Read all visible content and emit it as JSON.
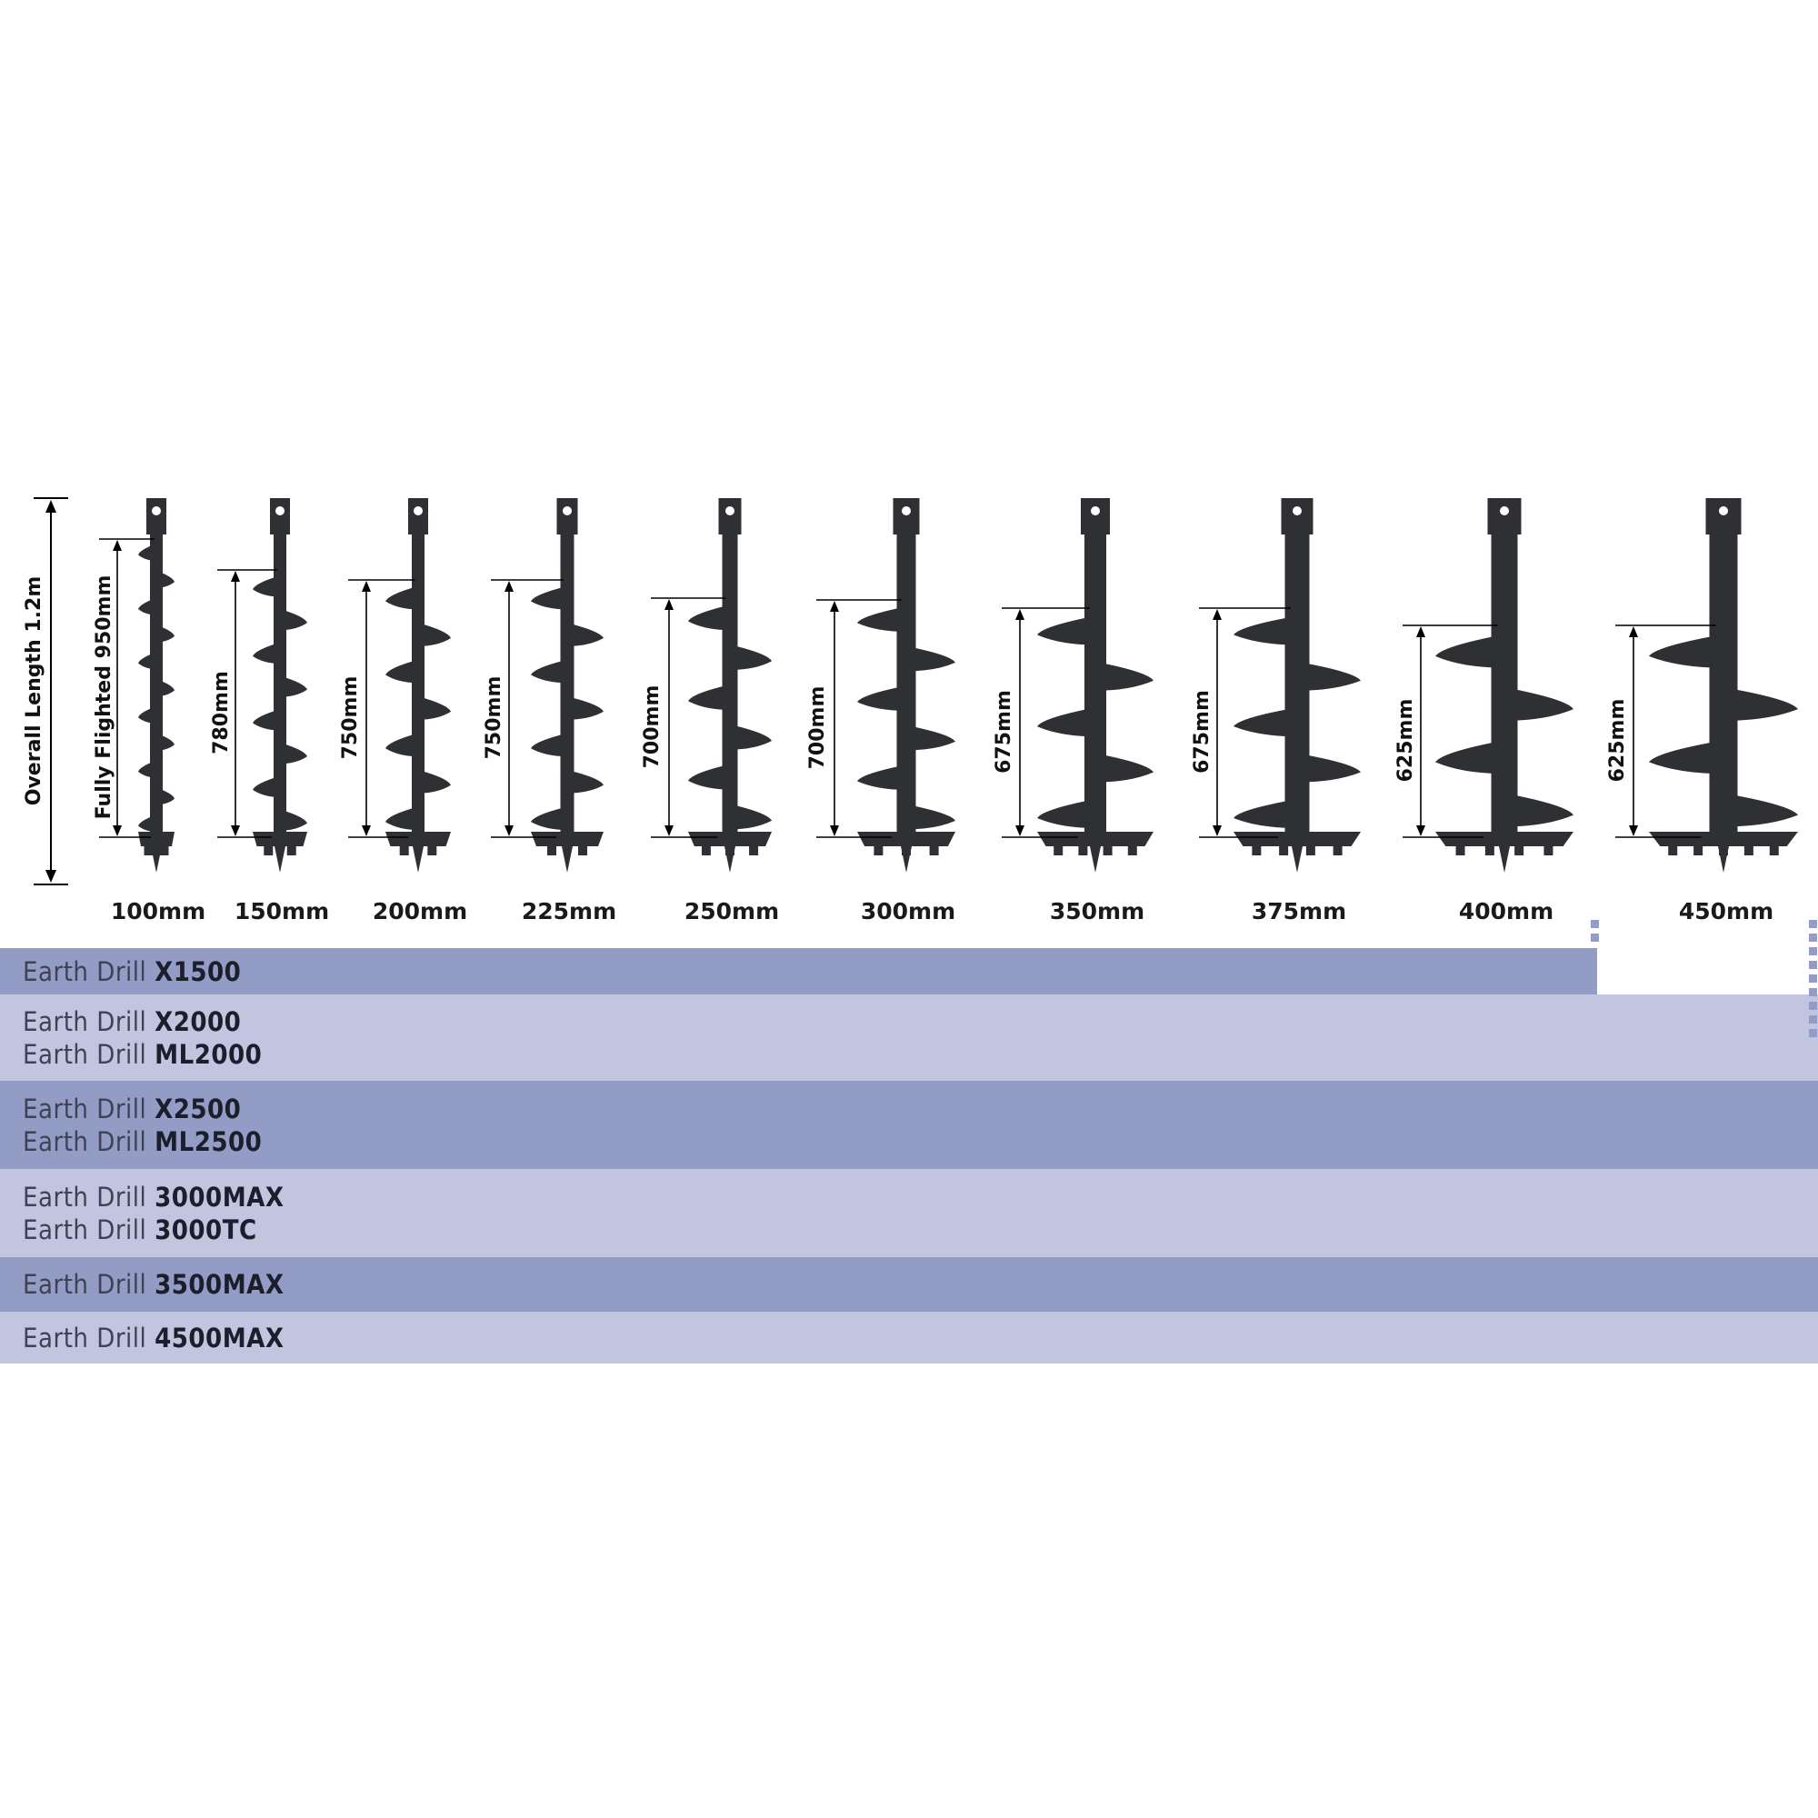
{
  "overall": {
    "label": "Overall Length 1.2m"
  },
  "first_flight": {
    "label": "Fully Flighted 950mm"
  },
  "augers": [
    {
      "size": "100mm",
      "flight_label": "Fully Flighted 950mm"
    },
    {
      "size": "150mm",
      "flight_label": "780mm"
    },
    {
      "size": "200mm",
      "flight_label": "750mm"
    },
    {
      "size": "225mm",
      "flight_label": "750mm"
    },
    {
      "size": "250mm",
      "flight_label": "700mm"
    },
    {
      "size": "300mm",
      "flight_label": "700mm"
    },
    {
      "size": "350mm",
      "flight_label": "675mm"
    },
    {
      "size": "375mm",
      "flight_label": "675mm"
    },
    {
      "size": "400mm",
      "flight_label": "625mm"
    },
    {
      "size": "450mm",
      "flight_label": "625mm"
    }
  ],
  "models": [
    {
      "lines": [
        {
          "prefix": "Earth Drill ",
          "code": "X1500"
        }
      ]
    },
    {
      "lines": [
        {
          "prefix": "Earth Drill ",
          "code": "X2000"
        },
        {
          "prefix": "Earth Drill ",
          "code": "ML2000"
        }
      ]
    },
    {
      "lines": [
        {
          "prefix": "Earth Drill ",
          "code": "X2500"
        },
        {
          "prefix": "Earth Drill ",
          "code": "ML2500"
        }
      ]
    },
    {
      "lines": [
        {
          "prefix": "Earth Drill ",
          "code": "3000MAX"
        },
        {
          "prefix": "Earth Drill ",
          "code": "3000TC"
        }
      ]
    },
    {
      "lines": [
        {
          "prefix": "Earth Drill ",
          "code": "3500MAX"
        }
      ]
    },
    {
      "lines": [
        {
          "prefix": "Earth Drill ",
          "code": "4500MAX"
        }
      ]
    }
  ],
  "colors": {
    "auger": "#2f3033",
    "band_dark": "#929cc5",
    "band_light": "#c1c5e0"
  }
}
